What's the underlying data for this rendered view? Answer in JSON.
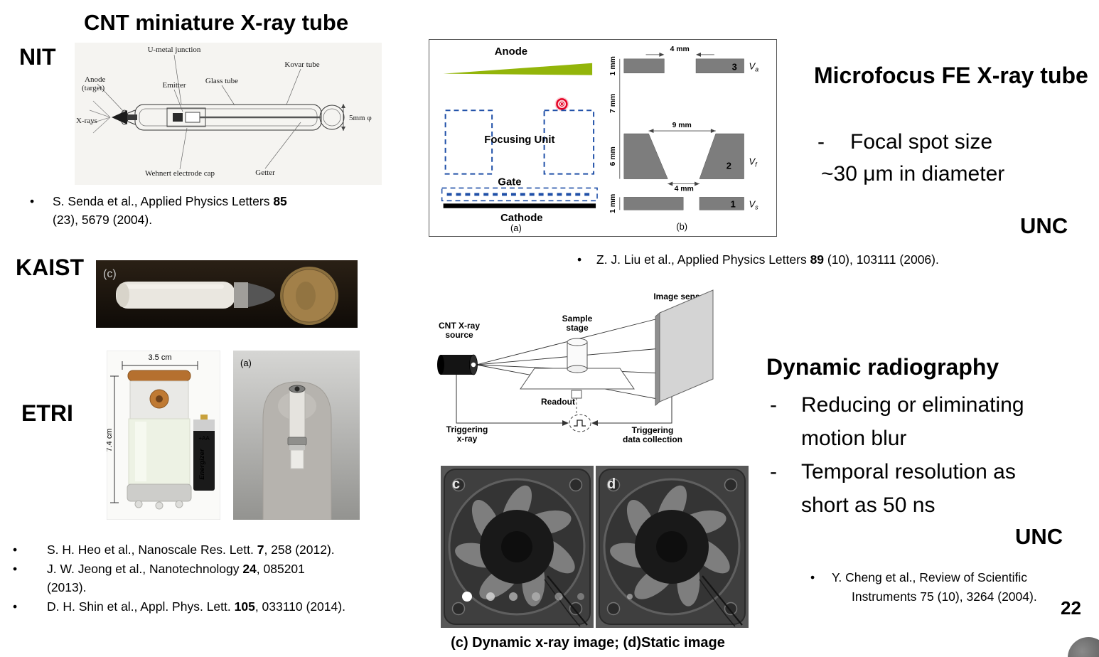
{
  "title": "CNT miniature X-ray tube",
  "page_number": "22",
  "bullet_char": "•",
  "dash_char": "-",
  "colors": {
    "anode_green": "#93b50a",
    "focus_blue": "#2050a8",
    "target_red": "#e60023",
    "electrode_number": "#9c5310"
  },
  "nit": {
    "label": "NIT",
    "diagram_labels": {
      "u_metal_junction": "U-metal junction",
      "kovar_tube": "Kovar tube",
      "anode_line1": "Anode",
      "anode_line2": "(target)",
      "emitter": "Emitter",
      "glass_tube": "Glass tube",
      "x_rays": "X-rays",
      "wehnert_cap": "Wehnert electrode cap",
      "getter": "Getter",
      "diameter": "5mm φ"
    },
    "citation": {
      "pre": "S. Senda et al.,  Applied Physics Letters ",
      "bold": "85",
      "post": "\n(23), 5679 (2004)."
    }
  },
  "kaist": {
    "label": "KAIST",
    "photo_tag": "(c)"
  },
  "etri": {
    "label": "ETRI",
    "width_dim": "3.5 cm",
    "height_dim": "7.4 cm",
    "battery_brand": "Energizer",
    "battery_type": "+AA",
    "photo_tag": "(a)"
  },
  "left_citations": [
    {
      "pre": "S. H. Heo et al., Nanoscale Res. Lett. ",
      "bold": "7",
      "post": ", 258 (2012)."
    },
    {
      "pre": "J. W. Jeong et al., Nanotechnology ",
      "bold": "24",
      "post": ", 085201\n(2013)."
    },
    {
      "pre": "D. H. Shin et al., Appl. Phys. Lett. ",
      "bold": "105",
      "post": ", 033110 (2014)."
    }
  ],
  "microfocus_figure": {
    "anode": "Anode",
    "focusing_unit": "Focusing Unit",
    "gate": "Gate",
    "cathode": "Cathode",
    "panel_a": "(a)",
    "panel_b": "(b)",
    "dim_4mm_top": "4 mm",
    "dim_1mm_top": "1 mm",
    "dim_7mm": "7 mm",
    "dim_9mm": "9 mm",
    "dim_6mm": "6 mm",
    "dim_4mm_mid": "4 mm",
    "dim_1mm_bot": "1 mm",
    "electrode_3": "3",
    "electrode_2": "2",
    "electrode_1": "1",
    "v_anode": {
      "main": "V",
      "sub": "a"
    },
    "v_focus": {
      "main": "V",
      "sub": "f"
    },
    "v_gate": {
      "main": "V",
      "sub": "s"
    }
  },
  "liu_citation": {
    "pre": "Z. J. Liu et al.,  Applied Physics Letters ",
    "bold": "89",
    "post": " (10), 103111 (2006)."
  },
  "setup_figure": {
    "source_line1": "CNT X-ray",
    "source_line2": "source",
    "stage_line1": "Sample",
    "stage_line2": "stage",
    "image_sensor": "Image sensor",
    "readout": "Readout",
    "trigger_x_line1": "Triggering",
    "trigger_x_line2": "x-ray",
    "trigger_d_line1": "Triggering",
    "trigger_d_line2": "data collection"
  },
  "fan_images": {
    "left_tag": "c",
    "right_tag": "d",
    "caption": "(c) Dynamic x-ray image; (d)Static image"
  },
  "right_column": {
    "microfocus_title": "Microfocus FE X-ray tube",
    "microfocus_point": "Focal spot size",
    "microfocus_point2": "~30 μm in diameter",
    "unc_top": "UNC",
    "dynamic_title": "Dynamic radiography",
    "dynamic_point1": "Reducing or eliminating motion blur",
    "dynamic_point2": "Temporal resolution as short as 50 ns",
    "unc_bottom": "UNC",
    "cheng_citation_line1": "Y. Cheng et al.,  Review of Scientific",
    "cheng_citation_line2": "Instruments 75 (10), 3264 (2004)."
  }
}
